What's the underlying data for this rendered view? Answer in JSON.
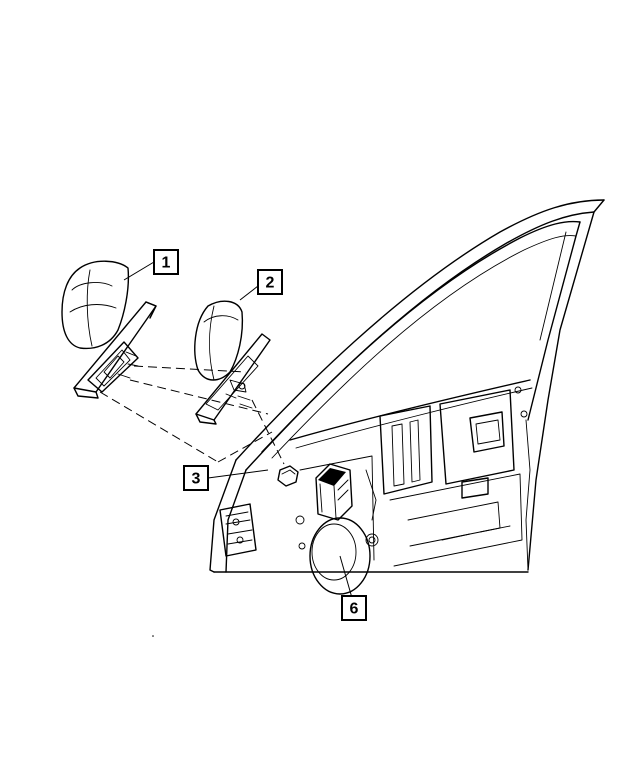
{
  "callouts": [
    {
      "id": "1",
      "label": "1"
    },
    {
      "id": "2",
      "label": "2"
    },
    {
      "id": "3",
      "label": "3"
    },
    {
      "id": "6",
      "label": "6"
    }
  ]
}
